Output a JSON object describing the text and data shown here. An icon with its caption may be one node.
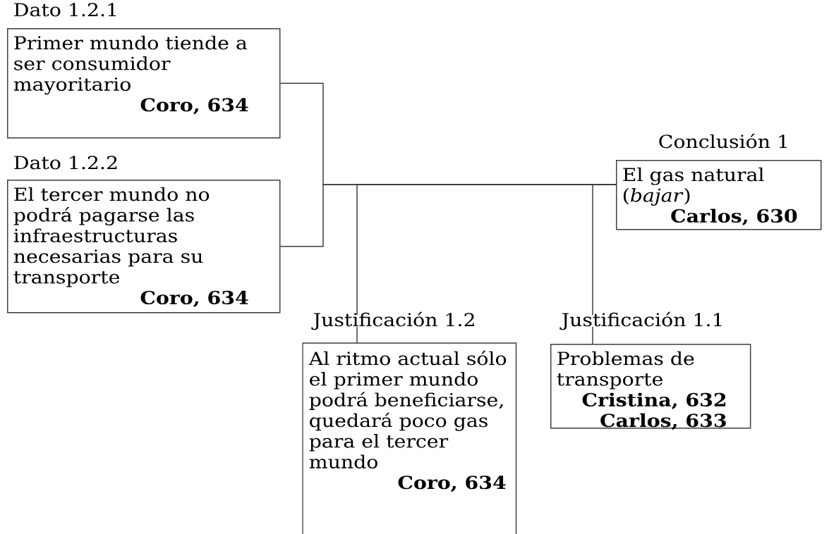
{
  "diagram": {
    "nodes": [
      {
        "text": [
          "Dato 1.2.1",
          "Primer mundo tiende a ser consumidor mayoritario",
          "Coro, 634"
        ]
      },
      {
        "text": [
          "Dato 1.2.2",
          "El tercer mundo no podrá pagarse las infraestructuras necesarias para su transporte",
          "Coro, 634"
        ]
      },
      {
        "text": [
          "Conclusión 1",
          "El gas natural (*bajar*)",
          "Carlos, 630"
        ]
      },
      {
        "text": [
          "Justificación 1.2",
          "Al ritmo actual sólo el primer mundo podrá beneficiarse, quedará poco gas para el tercer mundo",
          "Coro, 634"
        ]
      },
      {
        "text": [
          "Justificación 1.1",
          "Problemas de transporte",
          "Cristina, 632",
          "Carlos, 633"
        ]
      }
    ],
    "edges": [
      {
        "from": 0,
        "to": 2,
        "arrow": "none"
      },
      {
        "from": 1,
        "to": 2,
        "arrow": "none"
      },
      {
        "from": 3,
        "to": 2,
        "arrow": "none"
      },
      {
        "from": 4,
        "to": 2,
        "arrow": "none"
      }
    ]
  }
}
